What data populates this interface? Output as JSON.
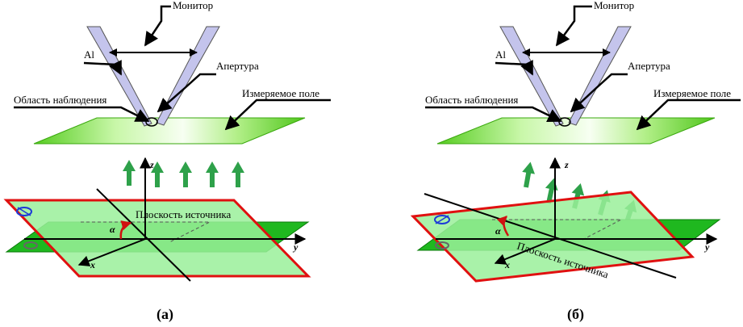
{
  "panels": [
    {
      "id": "a",
      "caption": "(а)",
      "labels": {
        "monitor": "Монитор",
        "al": "Al",
        "aperture": "Апертура",
        "observation_area": "Область наблюдения",
        "measured_field": "Измеряемое поле",
        "source_plane": "Плоскость источника",
        "alpha": "α",
        "x": "x",
        "y": "y",
        "z": "z"
      }
    },
    {
      "id": "b",
      "caption": "(б)",
      "labels": {
        "monitor": "Монитор",
        "al": "Al",
        "aperture": "Апертура",
        "observation_area": "Область наблюдения",
        "measured_field": "Измеряемое поле",
        "source_plane": "Плоскость источника",
        "alpha": "α",
        "x": "x",
        "y": "y",
        "z": "z"
      }
    }
  ],
  "colors": {
    "field_plane": "#5fd62a",
    "source_plane_fill": "#9af09a",
    "source_plane_border": "#e01010",
    "ground_plane": "#1fb81f",
    "probe": "#c4c4ec",
    "arrows": "#2ea14a",
    "alpha_arc": "#d01010",
    "polarization_icon": "#1d3ad8"
  }
}
